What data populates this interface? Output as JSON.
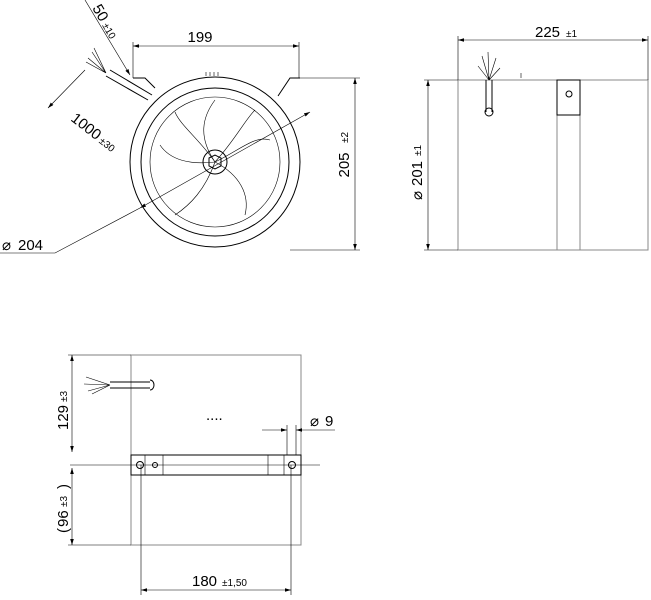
{
  "front_view": {
    "width": "199",
    "height": "205",
    "height_tol": "±2",
    "cable_length": "1000",
    "cable_length_tol": "±30",
    "strip_length": "50",
    "strip_length_tol": "±10",
    "diameter": "204",
    "diameter_symbol": "⌀"
  },
  "side_view": {
    "length": "225",
    "length_tol": "±1",
    "diameter": "201",
    "diameter_tol": "±1",
    "diameter_symbol": "⌀"
  },
  "top_view": {
    "upper_length": "129",
    "upper_length_tol": "±3",
    "lower_length": "96",
    "lower_length_tol": "±3",
    "hole_spacing": "180",
    "hole_spacing_tol": "±1,50",
    "hole_diameter": "9",
    "diameter_symbol": "⌀",
    "label_dots": "...."
  }
}
